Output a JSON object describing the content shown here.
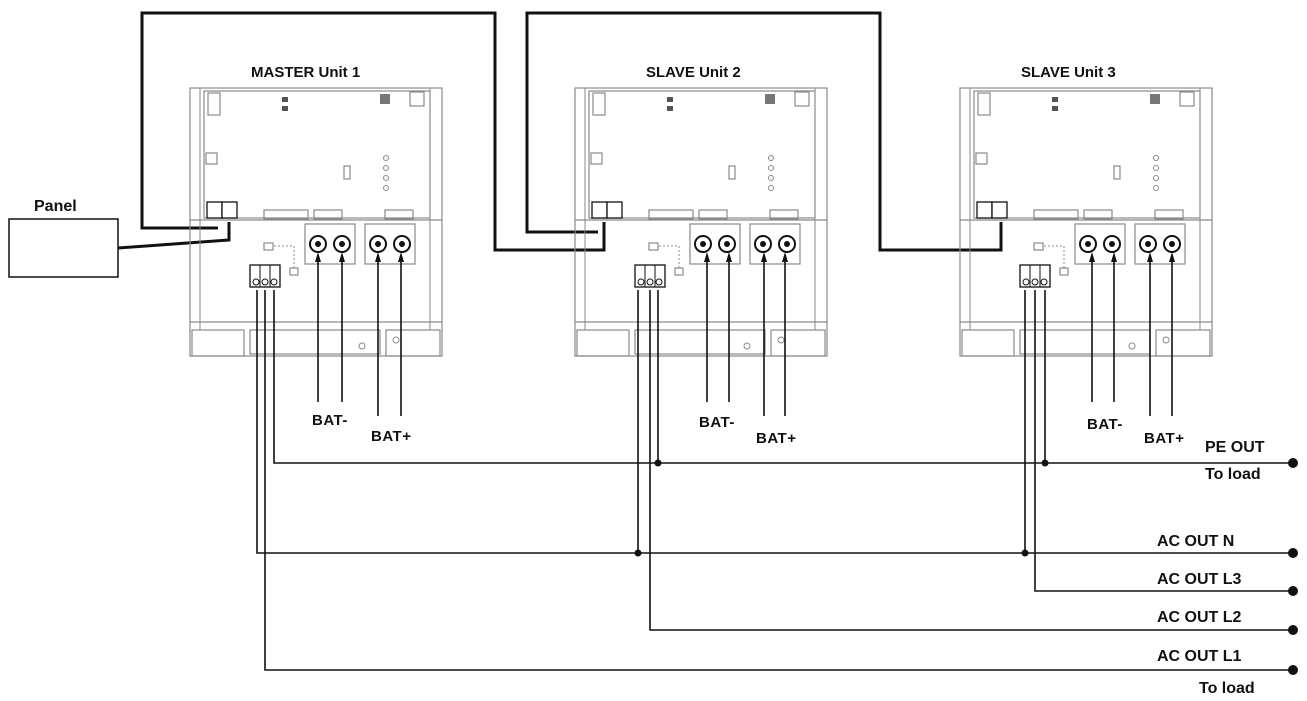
{
  "panel": {
    "label": "Panel"
  },
  "units": [
    {
      "title": "MASTER  Unit 1",
      "bat_neg": "BAT-",
      "bat_pos": "BAT+"
    },
    {
      "title": "SLAVE  Unit 2",
      "bat_neg": "BAT-",
      "bat_pos": "BAT+"
    },
    {
      "title": "SLAVE  Unit 3",
      "bat_neg": "BAT-",
      "bat_pos": "BAT+"
    }
  ],
  "outputs": {
    "pe": "PE OUT",
    "to_load_top": "To load",
    "n": "AC OUT  N",
    "l3": "AC OUT  L3",
    "l2": "AC OUT  L2",
    "l1": "AC OUT  L1",
    "to_load_bottom": "To load"
  },
  "colors": {
    "line": "#111111",
    "board": "#8a8a8a"
  }
}
